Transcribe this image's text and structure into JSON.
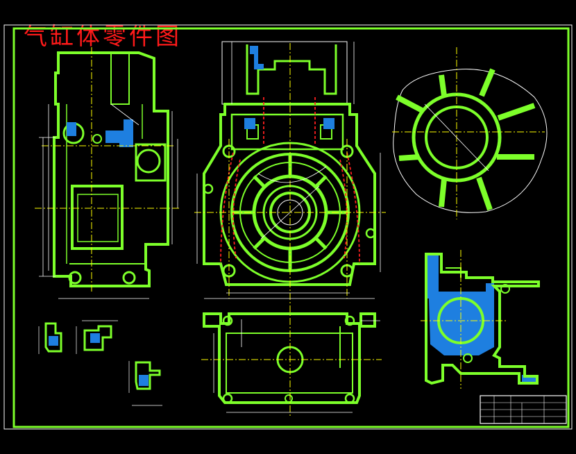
{
  "drawing": {
    "title": "气缸体零件图",
    "colors": {
      "background": "#000000",
      "outline": "#7dff2a",
      "centerline": "#ffff00",
      "hidden": "#ff2020",
      "section_fill": "#1e7fe0",
      "dimension": "#ffffff",
      "title_text": "#ff1a1a"
    }
  },
  "views": [
    {
      "id": "left-side-view"
    },
    {
      "id": "front-view"
    },
    {
      "id": "top-right-section-view"
    },
    {
      "id": "bottom-plan-view"
    },
    {
      "id": "right-section-view"
    },
    {
      "id": "detail-views"
    }
  ],
  "title_block": {
    "present": true
  }
}
